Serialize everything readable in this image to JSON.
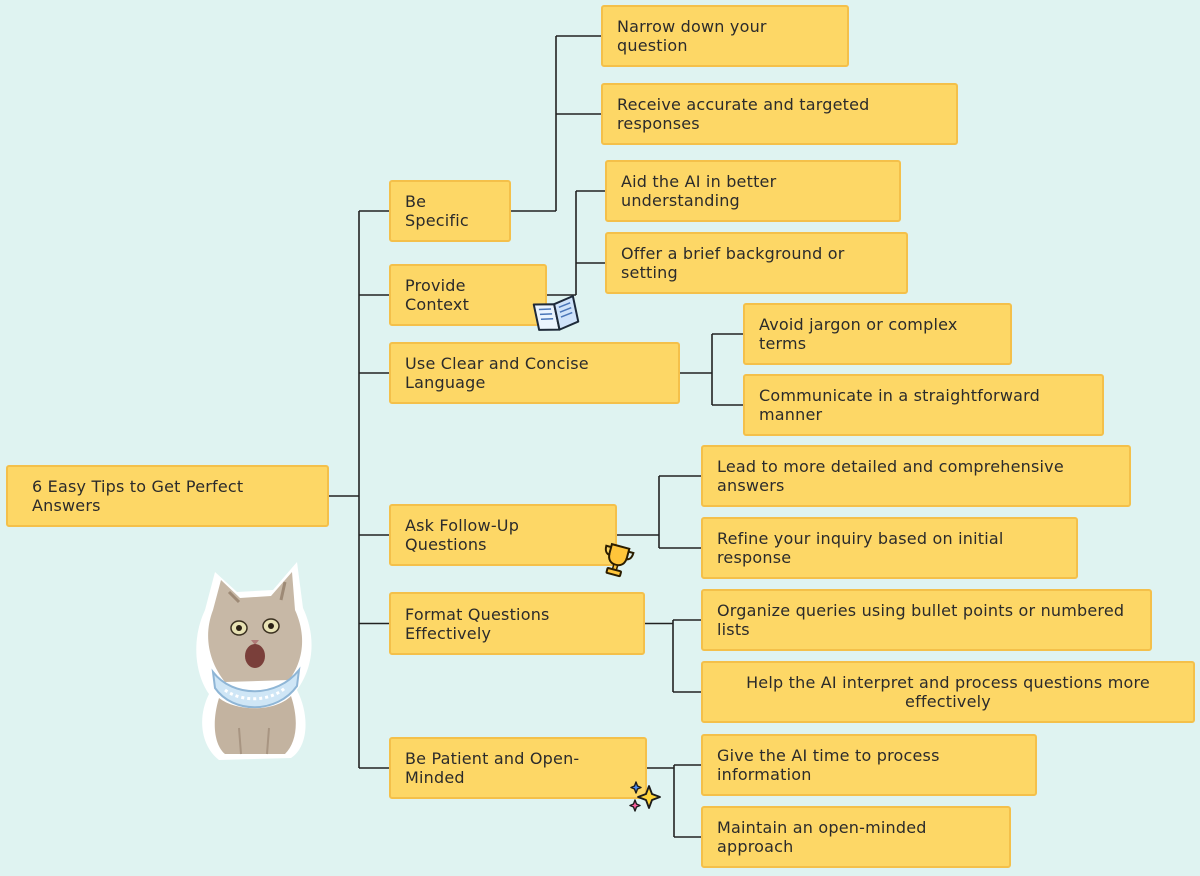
{
  "mindmap": {
    "root": "6 Easy Tips to Get Perfect Answers",
    "branches": [
      {
        "label": "Be Specific",
        "children": [
          "Narrow down your question",
          "Receive accurate and targeted responses"
        ]
      },
      {
        "label": "Provide Context",
        "children": [
          "Aid the AI in better understanding",
          "Offer a brief background or setting"
        ]
      },
      {
        "label": "Use Clear and Concise Language",
        "children": [
          "Avoid jargon or complex terms",
          "Communicate in a straightforward manner"
        ]
      },
      {
        "label": "Ask Follow-Up Questions",
        "children": [
          "Lead to more detailed and comprehensive answers",
          "Refine your inquiry based on initial response"
        ]
      },
      {
        "label": "Format Questions Effectively",
        "children": [
          "Organize queries using bullet points or numbered lists",
          "Help the AI interpret and process questions more effectively"
        ]
      },
      {
        "label": "Be Patient and Open-Minded",
        "children": [
          "Give the AI time to process information",
          "Maintain an open-minded approach"
        ]
      }
    ]
  },
  "stickers": [
    "book-icon",
    "trophy-icon",
    "sparkle-icon",
    "cat-sticker"
  ],
  "colors": {
    "background": "#dff3f1",
    "node_fill": "#fdd766",
    "node_border": "#f4c04a",
    "line": "#222222"
  }
}
